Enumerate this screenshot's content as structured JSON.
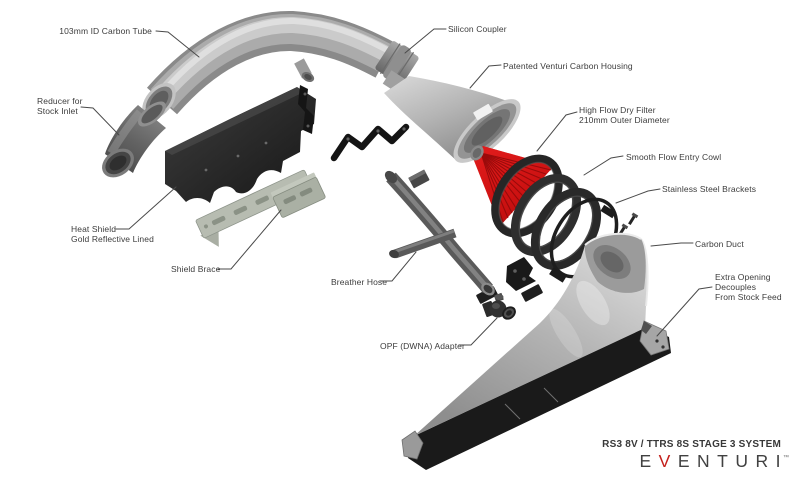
{
  "diagram": {
    "labels": {
      "carbon_tube": "103mm ID Carbon Tube",
      "reducer": "Reducer for\nStock Inlet",
      "heat_shield": "Heat Shield\nGold Reflective Lined",
      "shield_brace": "Shield Brace",
      "silicon_coupler": "Silicon Coupler",
      "venturi_housing": "Patented Venturi Carbon Housing",
      "dry_filter": "High Flow Dry Filter\n210mm Outer Diameter",
      "entry_cowl": "Smooth Flow Entry Cowl",
      "ss_brackets": "Stainless Steel Brackets",
      "carbon_duct": "Carbon Duct",
      "extra_opening": "Extra Opening\nDecouples\nFrom Stock Feed",
      "breather_hose": "Breather Hose",
      "opf_adapter": "OPF (DWNA) Adapter"
    }
  },
  "footer": {
    "system_title": "RS3 8V / TTRS 8S STAGE 3 SYSTEM",
    "brand": {
      "first": "E",
      "v": "V",
      "rest": "ENTURI",
      "trademark": "™"
    }
  },
  "colors": {
    "filter_red": "#d01414",
    "brand_red": "#c4201c",
    "label_text": "#3c3c3c",
    "background": "#ffffff"
  }
}
